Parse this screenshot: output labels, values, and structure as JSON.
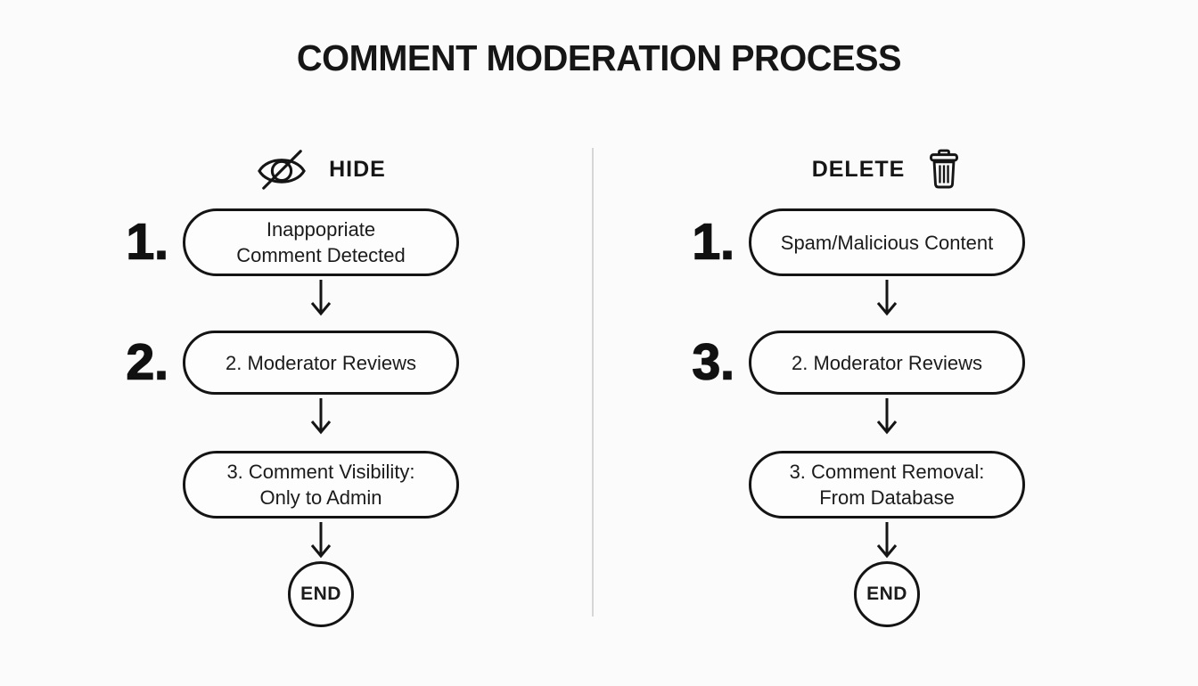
{
  "title": "COMMENT MODERATION PROCESS",
  "branches": [
    {
      "name": "hide",
      "header": {
        "label": "HIDE",
        "icon": "eye-off-icon"
      },
      "steps": [
        {
          "label_number": "1.",
          "lines": [
            "Inappopriate",
            "Comment Detected"
          ]
        },
        {
          "label_number": "2.",
          "lines": [
            "2. Moderator Reviews"
          ]
        },
        {
          "label_number": "",
          "lines": [
            "3. Comment Visibility:",
            "Only to Admin"
          ]
        }
      ],
      "terminal": "END"
    },
    {
      "name": "delete",
      "header": {
        "label": "DELETE",
        "icon": "trash-icon"
      },
      "steps": [
        {
          "label_number": "1.",
          "lines": [
            "Spam/Malicious Content"
          ]
        },
        {
          "label_number": "3.",
          "lines": [
            "2. Moderator Reviews"
          ]
        },
        {
          "label_number": "",
          "lines": [
            "3. Comment Removal:",
            "From Database"
          ]
        }
      ],
      "terminal": "END"
    }
  ],
  "colors": {
    "ink": "#151515",
    "background": "#fbfbfb",
    "divider": "#d6d6d6"
  }
}
